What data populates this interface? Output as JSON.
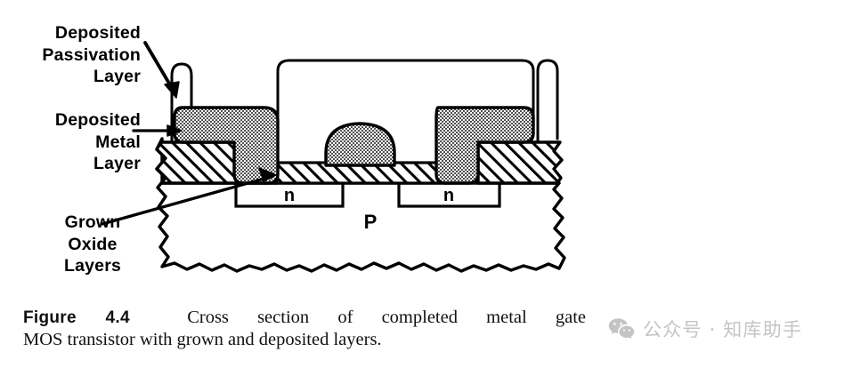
{
  "figure": {
    "number": "4.4",
    "caption_tag": "Figure 4.4",
    "caption_line1": "Cross section of completed metal gate",
    "caption_line2": "MOS transistor with grown and deposited layers.",
    "background_color": "#ffffff",
    "ink_color": "#000000"
  },
  "callouts": {
    "passivation": {
      "label": "Deposited\nPassivation\nLayer",
      "lines": [
        "Deposited",
        "Passivation",
        "Layer"
      ],
      "points_to": "deposited-passivation-layer"
    },
    "metal": {
      "label": "Deposited\nMetal\nLayer",
      "lines": [
        "Deposited",
        "Metal",
        "Layer"
      ],
      "points_to": "deposited-metal-layer"
    },
    "oxide": {
      "label": "Grown\nOxide\nLayers",
      "lines": [
        "Grown",
        "Oxide",
        "Layers"
      ],
      "points_to": "grown-oxide-layer"
    }
  },
  "diagram": {
    "title": "Metal gate MOS transistor cross section",
    "region_labels": {
      "source": "n",
      "drain": "n",
      "substrate": "P"
    },
    "layers": [
      {
        "name": "deposited-passivation-layer",
        "fill": "none",
        "stroke": "#000000",
        "style": "thin outline contour"
      },
      {
        "name": "deposited-metal-layer",
        "fill": "#cfcfcf",
        "stroke": "#000000",
        "style": "fine stipple / dotted halftone"
      },
      {
        "name": "grown-oxide-layer",
        "fill": "#ffffff",
        "stroke": "#000000",
        "style": "45 degree diagonal hatch"
      },
      {
        "name": "p-substrate",
        "fill": "#ffffff",
        "stroke": "#000000",
        "style": "plain with torn jagged edges"
      },
      {
        "name": "n-diffusion-source",
        "fill": "#ffffff",
        "stroke": "#000000",
        "style": "outlined well"
      },
      {
        "name": "n-diffusion-drain",
        "fill": "#ffffff",
        "stroke": "#000000",
        "style": "outlined well"
      }
    ]
  },
  "watermark": {
    "text": "公众号 · 知库助手",
    "icon": "wechat-icon",
    "color": "#c4c4c4"
  }
}
